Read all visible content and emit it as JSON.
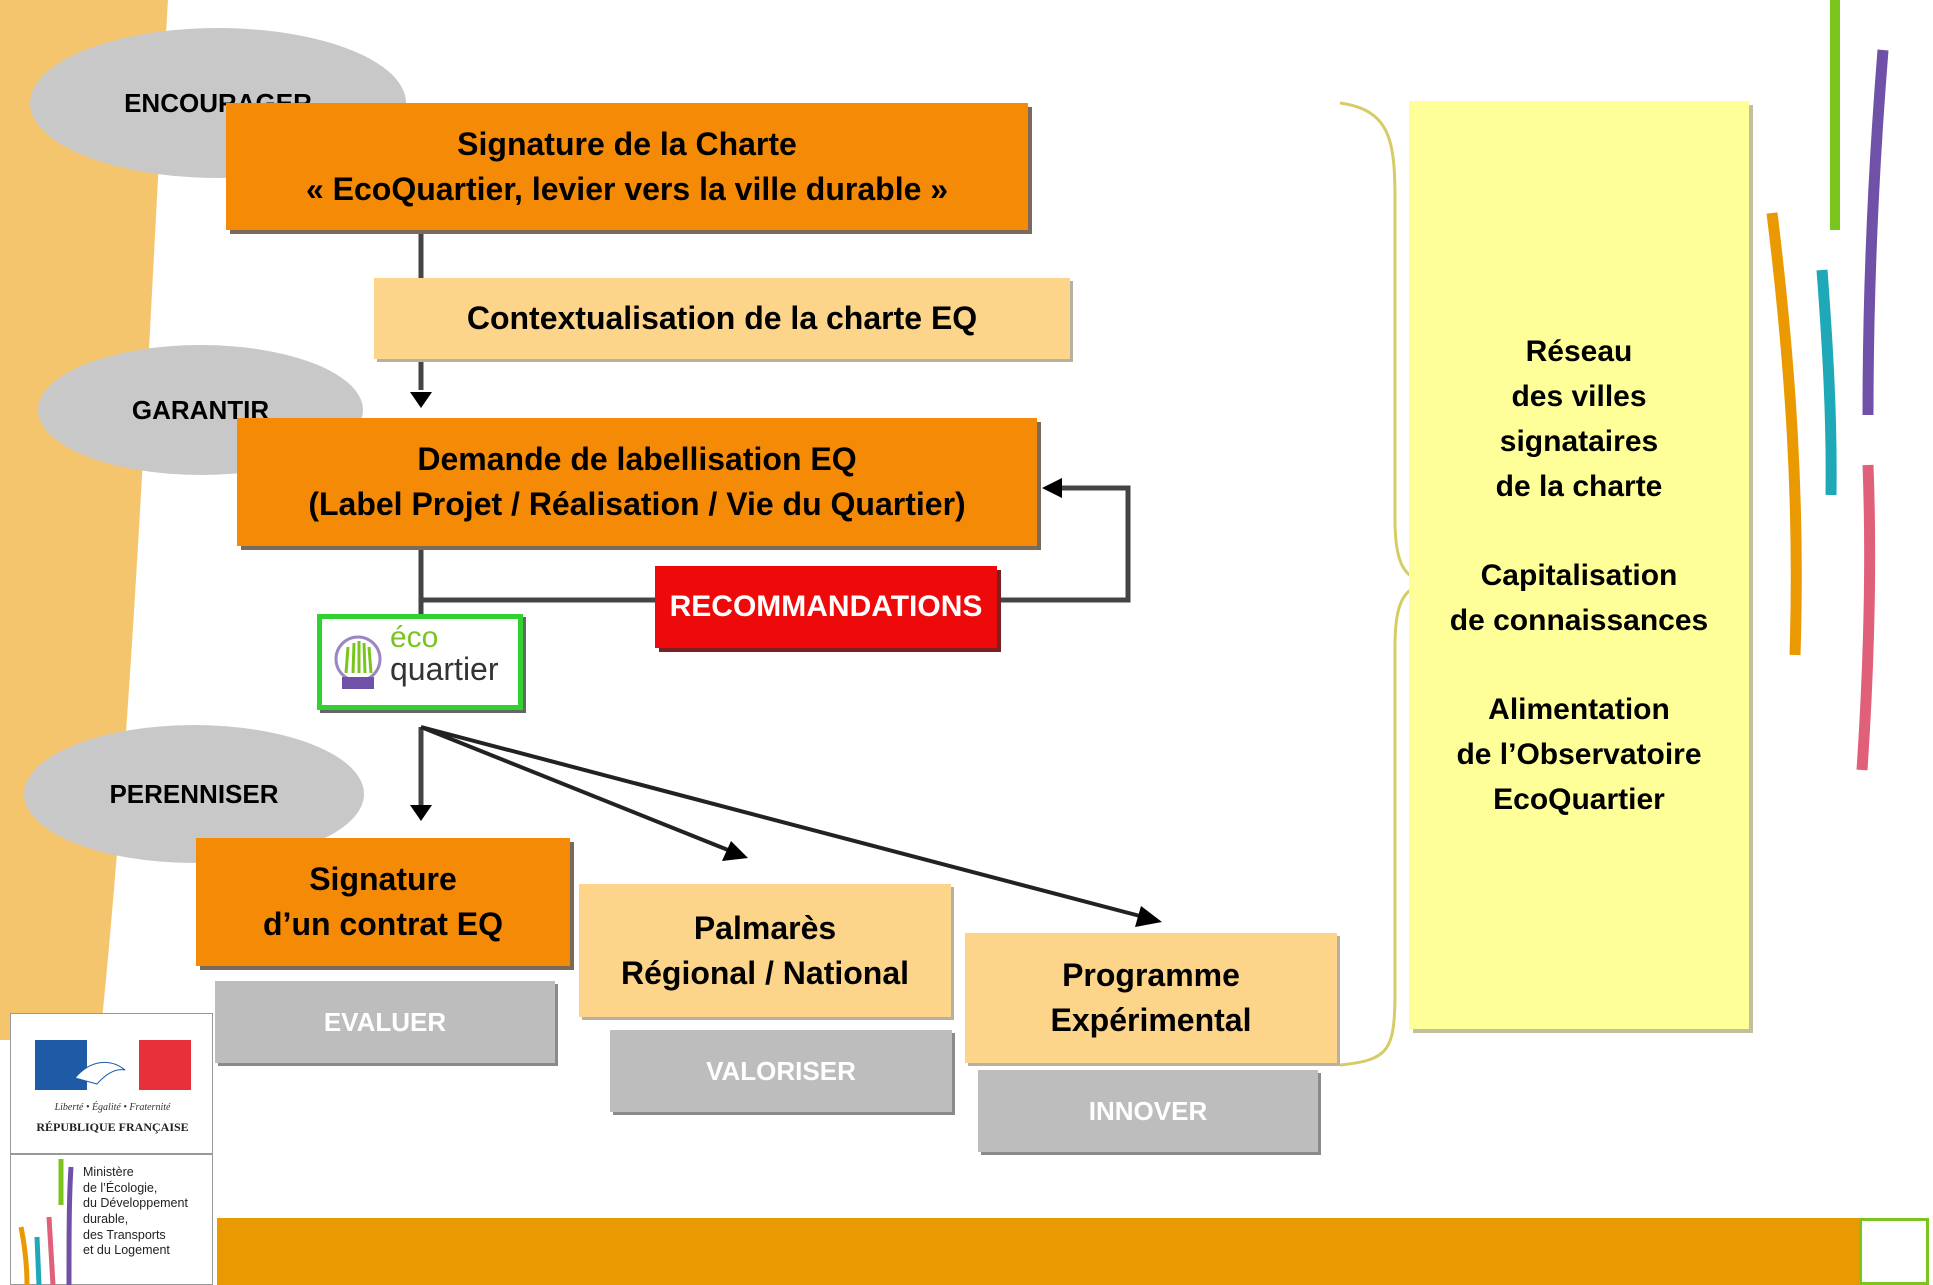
{
  "stages": {
    "encourager": "ENCOURAGER",
    "garantir": "GARANTIR",
    "perenniser": "PERENNISER"
  },
  "boxes": {
    "signature_charte": "Signature de la Charte\n« EcoQuartier, levier vers la ville durable »",
    "contextualisation": "Contextualisation de la charte EQ",
    "demande_label": "Demande de labellisation EQ\n(Label Projet / Réalisation / Vie du Quartier)",
    "recommandations": "RECOMMANDATIONS",
    "signature_contrat": "Signature\nd’un contrat EQ",
    "palmares": "Palmarès\nRégional / National",
    "programme": "Programme\nExpérimental"
  },
  "actions": {
    "evaluer": "EVALUER",
    "valoriser": "VALORISER",
    "innover": "INNOVER"
  },
  "side_panel": {
    "reseau": "Réseau\ndes villes\nsignataires\nde la charte",
    "capitalisation": "Capitalisation\nde connaissances",
    "alimentation": "Alimentation\nde l’Observatoire\nEcoQuartier"
  },
  "label_logo": {
    "eco": "éco",
    "quartier": "quartier"
  },
  "republique": {
    "motto": "Liberté • Égalité • Fraternité",
    "name": "RÉPUBLIQUE FRANÇAISE"
  },
  "ministere": "Ministère\nde l’Écologie,\ndu Développement\ndurable,\ndes Transports\net du Logement",
  "colors": {
    "orange": "#f58a07",
    "peach": "#fcd48a",
    "grey": "#bdbdbd",
    "red": "#ee0a0a",
    "yellow": "#ffff99",
    "band": "#e89a00",
    "sand": "#f5c56e"
  }
}
